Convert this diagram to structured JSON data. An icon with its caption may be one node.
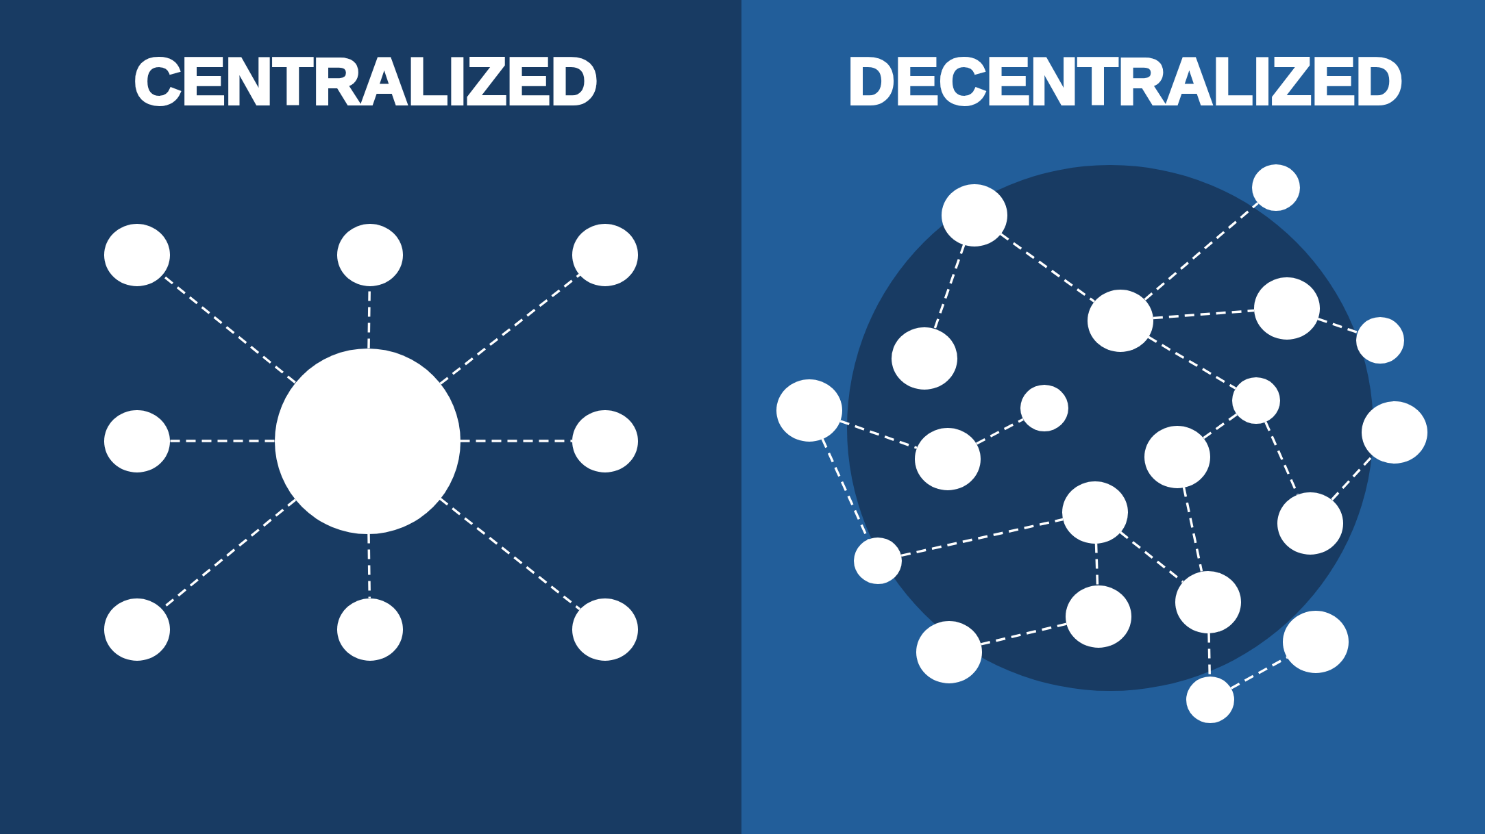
{
  "diagram": {
    "nodes": [
      {
        "text": [
          "CENTRALIZED"
        ]
      },
      {
        "text": [],
        "shape": "circle",
        "in": 0
      },
      {
        "text": [],
        "shape": "circle",
        "in": 0
      },
      {
        "text": [],
        "shape": "circle",
        "in": 0
      },
      {
        "text": [],
        "shape": "circle",
        "in": 0
      },
      {
        "text": [],
        "shape": "circle",
        "in": 0
      },
      {
        "text": [],
        "shape": "circle",
        "in": 0
      },
      {
        "text": [],
        "shape": "circle",
        "in": 0
      },
      {
        "text": [],
        "shape": "circle",
        "in": 0
      },
      {
        "text": [],
        "shape": "circle",
        "in": 0
      },
      {
        "text": [
          "DECENTRALIZED"
        ]
      },
      {
        "text": [],
        "shape": "circle",
        "in": 10
      },
      {
        "text": [],
        "shape": "circle",
        "in": 10
      },
      {
        "text": [],
        "shape": "circle",
        "in": 10
      },
      {
        "text": [],
        "shape": "circle",
        "in": 10
      },
      {
        "text": [],
        "shape": "circle",
        "in": 10
      },
      {
        "text": [],
        "shape": "circle",
        "in": 10
      },
      {
        "text": [],
        "shape": "circle",
        "in": 10
      },
      {
        "text": [],
        "shape": "circle",
        "in": 10
      },
      {
        "text": [],
        "shape": "circle",
        "in": 10
      },
      {
        "text": [],
        "shape": "circle",
        "in": 10
      },
      {
        "text": [],
        "shape": "circle",
        "in": 10
      },
      {
        "text": [],
        "shape": "circle",
        "in": 10
      },
      {
        "text": [],
        "shape": "circle",
        "in": 10
      },
      {
        "text": [],
        "shape": "circle",
        "in": 10
      },
      {
        "text": [],
        "shape": "circle",
        "in": 10
      },
      {
        "text": [],
        "shape": "circle",
        "in": 10
      },
      {
        "text": [],
        "shape": "circle",
        "in": 10
      },
      {
        "text": [],
        "shape": "circle",
        "in": 10
      },
      {
        "text": [],
        "shape": "circle",
        "in": 10
      },
      {
        "text": [],
        "shape": "circle",
        "in": 10
      }
    ],
    "edges": [
      {
        "from": 5,
        "to": 1,
        "arrow": "none",
        "style": "dashed"
      },
      {
        "from": 5,
        "to": 2,
        "arrow": "none",
        "style": "dashed"
      },
      {
        "from": 5,
        "to": 3,
        "arrow": "none",
        "style": "dashed"
      },
      {
        "from": 5,
        "to": 4,
        "arrow": "none",
        "style": "dashed"
      },
      {
        "from": 5,
        "to": 6,
        "arrow": "none",
        "style": "dashed"
      },
      {
        "from": 5,
        "to": 7,
        "arrow": "none",
        "style": "dashed"
      },
      {
        "from": 5,
        "to": 8,
        "arrow": "none",
        "style": "dashed"
      },
      {
        "from": 5,
        "to": 9,
        "arrow": "none",
        "style": "dashed"
      },
      {
        "from": 11,
        "to": 13,
        "arrow": "none",
        "style": "dashed"
      },
      {
        "from": 11,
        "to": 16,
        "arrow": "none",
        "style": "dashed"
      },
      {
        "from": 13,
        "to": 12,
        "arrow": "none",
        "style": "dashed"
      },
      {
        "from": 13,
        "to": 14,
        "arrow": "none",
        "style": "dashed"
      },
      {
        "from": 14,
        "to": 15,
        "arrow": "none",
        "style": "dashed"
      },
      {
        "from": 13,
        "to": 19,
        "arrow": "none",
        "style": "dashed"
      },
      {
        "from": 17,
        "to": 21,
        "arrow": "none",
        "style": "dashed"
      },
      {
        "from": 21,
        "to": 18,
        "arrow": "none",
        "style": "dashed"
      },
      {
        "from": 17,
        "to": 25,
        "arrow": "none",
        "style": "dashed"
      },
      {
        "from": 25,
        "to": 23,
        "arrow": "none",
        "style": "dashed"
      },
      {
        "from": 19,
        "to": 22,
        "arrow": "none",
        "style": "dashed"
      },
      {
        "from": 19,
        "to": 24,
        "arrow": "none",
        "style": "dashed"
      },
      {
        "from": 24,
        "to": 20,
        "arrow": "none",
        "style": "dashed"
      },
      {
        "from": 22,
        "to": 27,
        "arrow": "none",
        "style": "dashed"
      },
      {
        "from": 23,
        "to": 26,
        "arrow": "none",
        "style": "dashed"
      },
      {
        "from": 23,
        "to": 27,
        "arrow": "none",
        "style": "dashed"
      },
      {
        "from": 26,
        "to": 29,
        "arrow": "none",
        "style": "dashed"
      },
      {
        "from": 27,
        "to": 30,
        "arrow": "none",
        "style": "dashed"
      },
      {
        "from": 30,
        "to": 28,
        "arrow": "none",
        "style": "dashed"
      }
    ]
  }
}
